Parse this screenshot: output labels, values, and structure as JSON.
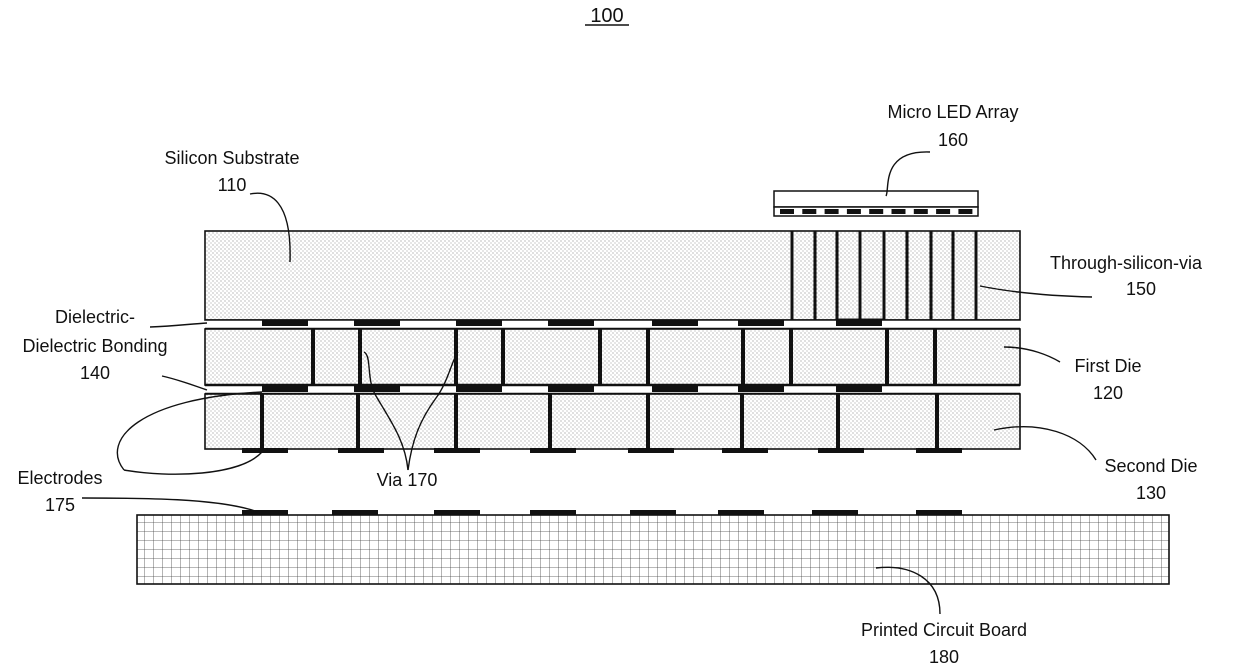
{
  "figure_number": "100",
  "components": {
    "silicon_substrate": {
      "name": "Silicon Substrate",
      "ref": "110"
    },
    "micro_led_array": {
      "name": "Micro LED Array",
      "ref": "160"
    },
    "through_silicon_via": {
      "name": "Through-silicon-via",
      "ref": "150"
    },
    "dielectric_bonding": {
      "name_line1": "Dielectric-",
      "name_line2": "Dielectric Bonding",
      "ref": "140"
    },
    "first_die": {
      "name": "First Die",
      "ref": "120"
    },
    "second_die": {
      "name": "Second Die",
      "ref": "130"
    },
    "electrodes": {
      "name": "Electrodes",
      "ref": "175"
    },
    "via": {
      "label": "Via 170"
    },
    "printed_circuit_board": {
      "name": "Printed Circuit Board",
      "ref": "180"
    }
  },
  "colors": {
    "line": "#111111",
    "fill": "#ffffff"
  }
}
